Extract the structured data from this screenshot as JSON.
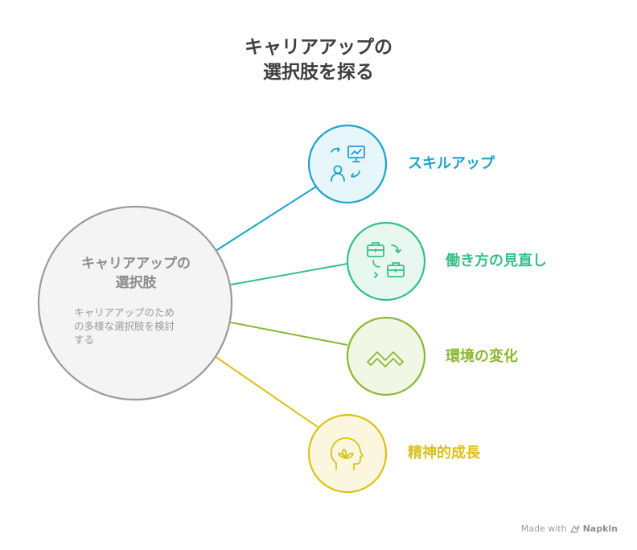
{
  "title": {
    "line1": "キャリアアップの",
    "line2": "選択肢を探る"
  },
  "center": {
    "title_line1": "キャリアアップの",
    "title_line2": "選択肢",
    "desc_line1": "キャリアアップのため",
    "desc_line2": "の多様な選択肢を検討",
    "desc_line3": "する"
  },
  "branches": [
    {
      "label": "スキルアップ",
      "color": "#1aa3cc",
      "icon": "user-presentation-icon"
    },
    {
      "label": "働き方の見直し",
      "color": "#33c088",
      "icon": "briefcase-swap-icon"
    },
    {
      "label": "環境の変化",
      "color": "#8ab833",
      "icon": "mountains-icon"
    },
    {
      "label": "精神的成長",
      "color": "#d9c21a",
      "icon": "head-lotus-icon"
    }
  ],
  "footer": {
    "made_with": "Made with",
    "brand": "Napkin"
  }
}
